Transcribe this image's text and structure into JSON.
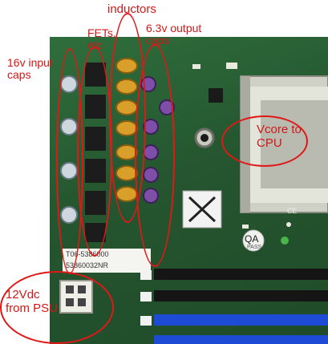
{
  "annotations": {
    "inductors": "inductors",
    "fets": "FETs,\netc",
    "output_caps": "6.3v output\ncaps",
    "input_caps": "16v input\ncaps",
    "vcore": "Vcore to\nCPU",
    "psu": "12Vdc\nfrom PSU"
  },
  "board_text": {
    "sticker_a": "QA",
    "sticker_b": "PASS",
    "serial": "T06-5386000",
    "part": "53860032NR",
    "ce": "CE"
  },
  "colors": {
    "annotation": "#d01818",
    "pcb": "#2a6035",
    "socket": "#d9d9cf",
    "slot_blue": "#1e4bd6"
  }
}
